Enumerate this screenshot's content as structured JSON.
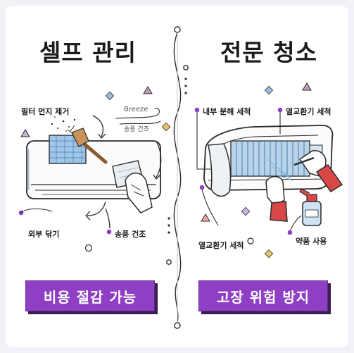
{
  "left": {
    "title": "셀프 관리",
    "labels": {
      "filter": "필터 먼지 제거",
      "breeze": "Breeze",
      "fan_dry": "송풍 건조",
      "wipe": "외부 닦기",
      "dry": "송풍 건조"
    },
    "button": "비용 절감 가능"
  },
  "right": {
    "title": "전문 청소",
    "labels": {
      "internal": "내부 분해 세척",
      "heat_top": "열교환기 세척",
      "heat_bottom": "열교환기 세척",
      "chemical": "약품 사용"
    },
    "button": "고장 위험 방지"
  },
  "colors": {
    "accent": "#8e3fc4",
    "accent_dark": "#3a1d52",
    "glove": "#d94848",
    "spray": "#7fb2d8",
    "filter": "#9fc6e8"
  }
}
